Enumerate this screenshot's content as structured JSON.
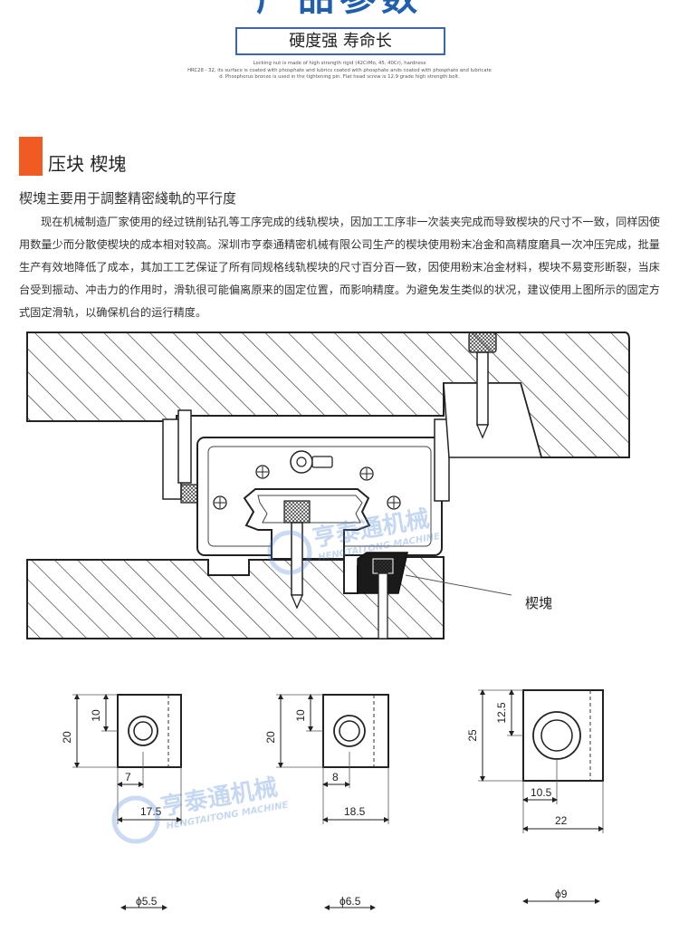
{
  "header": {
    "title": "产品参数",
    "subtitle": "硬度强 寿命长",
    "description_lines": [
      "Locking nut is made of high strength rigid (42CrMo, 45, 40Cr), hardness",
      "HRC28 - 32, its surface is coated with phosphate and lubrics coated with phosphate ands coated with phosphate and lubricate",
      "d. Phosphorus bronze is used in the tightening pin. Flat head screw is 12.9 grade high strength bolt."
    ]
  },
  "section": {
    "title": "压块 楔塊",
    "subheading": "楔塊主要用于調整精密綫軌的平行度",
    "paragraph": "现在机械制造厂家使用的经过铣削钻孔等工序完成的线轨楔块，因加工工序非一次装夹完成而导致楔块的尺寸不一致，同样因使用数量少而分散使楔块的成本相对较高。深圳市亨泰通精密机械有限公司生产的楔块使用粉末冶金和高精度磨具一次冲压完成，批量生产有效地降低了成本，其加工工艺保证了所有同规格线轨楔块的尺寸百分百一致，因使用粉末冶金材料，楔块不易变形断裂，当床台受到振动、冲击力的作用时，滑轨很可能偏离原来的固定位置，而影响精度。为避免发生类似的状况，建议使用上图所示的固定方式固定滑轨，以确保机台的运行精度。"
  },
  "diagram": {
    "callout_label": "楔塊",
    "watermark_cn": "亨泰通机械",
    "watermark_en": "HENGTAITONG MACHINE"
  },
  "dimensions": {
    "block1": {
      "height": "20",
      "half_height": "10",
      "hole_offset": "7",
      "width": "17.5",
      "diameter": "ϕ5.5"
    },
    "block2": {
      "height": "20",
      "half_height": "10",
      "hole_offset": "8",
      "width": "18.5",
      "diameter": "ϕ6.5"
    },
    "block3": {
      "height": "25",
      "half_height": "12.5",
      "hole_offset": "10.5",
      "width": "22",
      "diameter": "ϕ9"
    }
  },
  "colors": {
    "title_blue": "#1f5fae",
    "accent_orange": "#f15a22",
    "watermark_blue": "#4f86d6"
  }
}
